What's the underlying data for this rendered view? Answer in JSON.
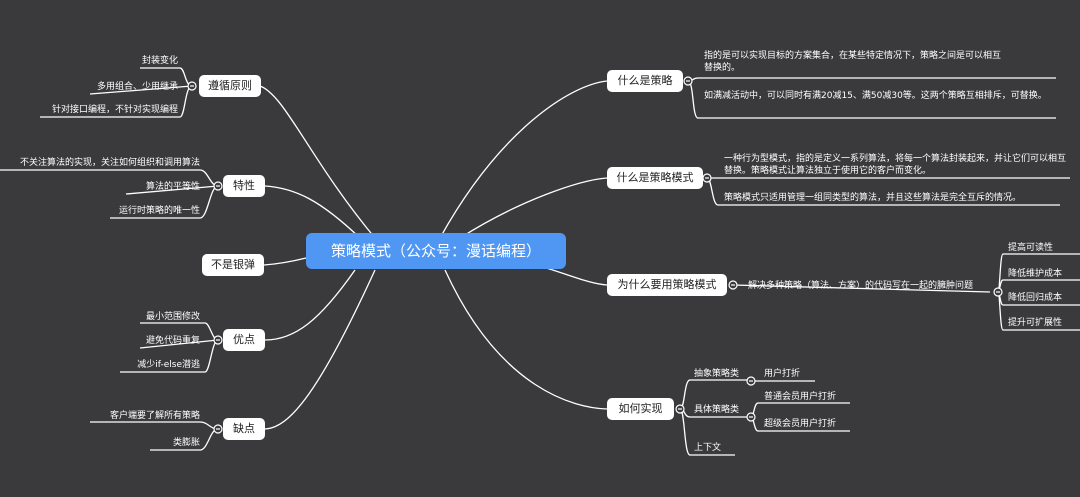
{
  "center": "策略模式（公众号：漫话编程）",
  "left": {
    "principles": {
      "label": "遵循原则",
      "items": [
        "封装变化",
        "多用组合、少用继承",
        "针对接口编程，不针对实现编程"
      ]
    },
    "features": {
      "label": "特性",
      "items": [
        "不关注算法的实现，关注如何组织和调用算法",
        "算法的平等性",
        "运行时策略的唯一性"
      ]
    },
    "silver": {
      "label": "不是银弹"
    },
    "pros": {
      "label": "优点",
      "items": [
        "最小范围修改",
        "避免代码重复",
        "减少if-else潜逃"
      ]
    },
    "cons": {
      "label": "缺点",
      "items": [
        "客户端要了解所有策略",
        "类膨胀"
      ]
    }
  },
  "right": {
    "what_strategy": {
      "label": "什么是策略",
      "items": [
        "指的是可以实现目标的方案集合，在某些特定情况下，策略之间是可以相互替换的。",
        "如满减活动中，可以同时有满20减15、满50减30等。这两个策略互相排斥，可替换。"
      ]
    },
    "what_pattern": {
      "label": "什么是策略模式",
      "items": [
        "一种行为型模式，指的是定义一系列算法，将每一个算法封装起来，并让它们可以相互替换。策略模式让算法独立于使用它的客户而变化。",
        "策略模式只适用管理一组同类型的算法，并且这些算法是完全互斥的情况。"
      ]
    },
    "why": {
      "label": "为什么要用策略模式",
      "sub": "解决多种策略（算法、方案）的代码写在一起的臃肿问题",
      "items": [
        "提高可读性",
        "降低维护成本",
        "降低回归成本",
        "提升可扩展性"
      ]
    },
    "how": {
      "label": "如何实现",
      "abstract": {
        "label": "抽象策略类",
        "items": [
          "用户打折"
        ]
      },
      "concrete": {
        "label": "具体策略类",
        "items": [
          "普通会员用户打折",
          "超级会员用户打折"
        ]
      },
      "context": {
        "label": "上下文"
      }
    }
  },
  "colors": {
    "background": "#3a3a3c",
    "center": "#4f97f3",
    "line": "#ffffff"
  }
}
